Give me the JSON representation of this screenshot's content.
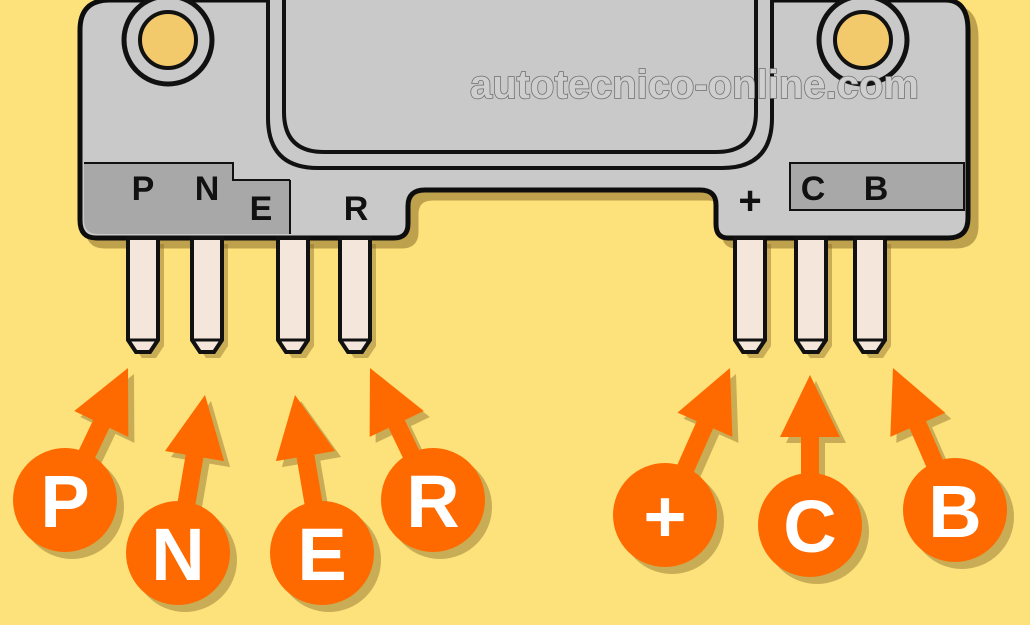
{
  "watermark": "autotecnico-online.com",
  "colors": {
    "background": "#fde17a",
    "module_body": "#c9c9c9",
    "label_strip": "#a9a9a9",
    "outline": "#111111",
    "pin_fill": "#f5e6dc",
    "arrow": "#ff6a00",
    "bubble_text": "#ffffff"
  },
  "module_labels": {
    "left": [
      "P",
      "N",
      "E",
      "R"
    ],
    "right": [
      "+",
      "C",
      "B"
    ]
  },
  "callouts": [
    {
      "id": "P",
      "label": "P"
    },
    {
      "id": "N",
      "label": "N"
    },
    {
      "id": "E",
      "label": "E"
    },
    {
      "id": "R",
      "label": "R"
    },
    {
      "id": "plus",
      "label": "+"
    },
    {
      "id": "C",
      "label": "C"
    },
    {
      "id": "B",
      "label": "B"
    }
  ]
}
